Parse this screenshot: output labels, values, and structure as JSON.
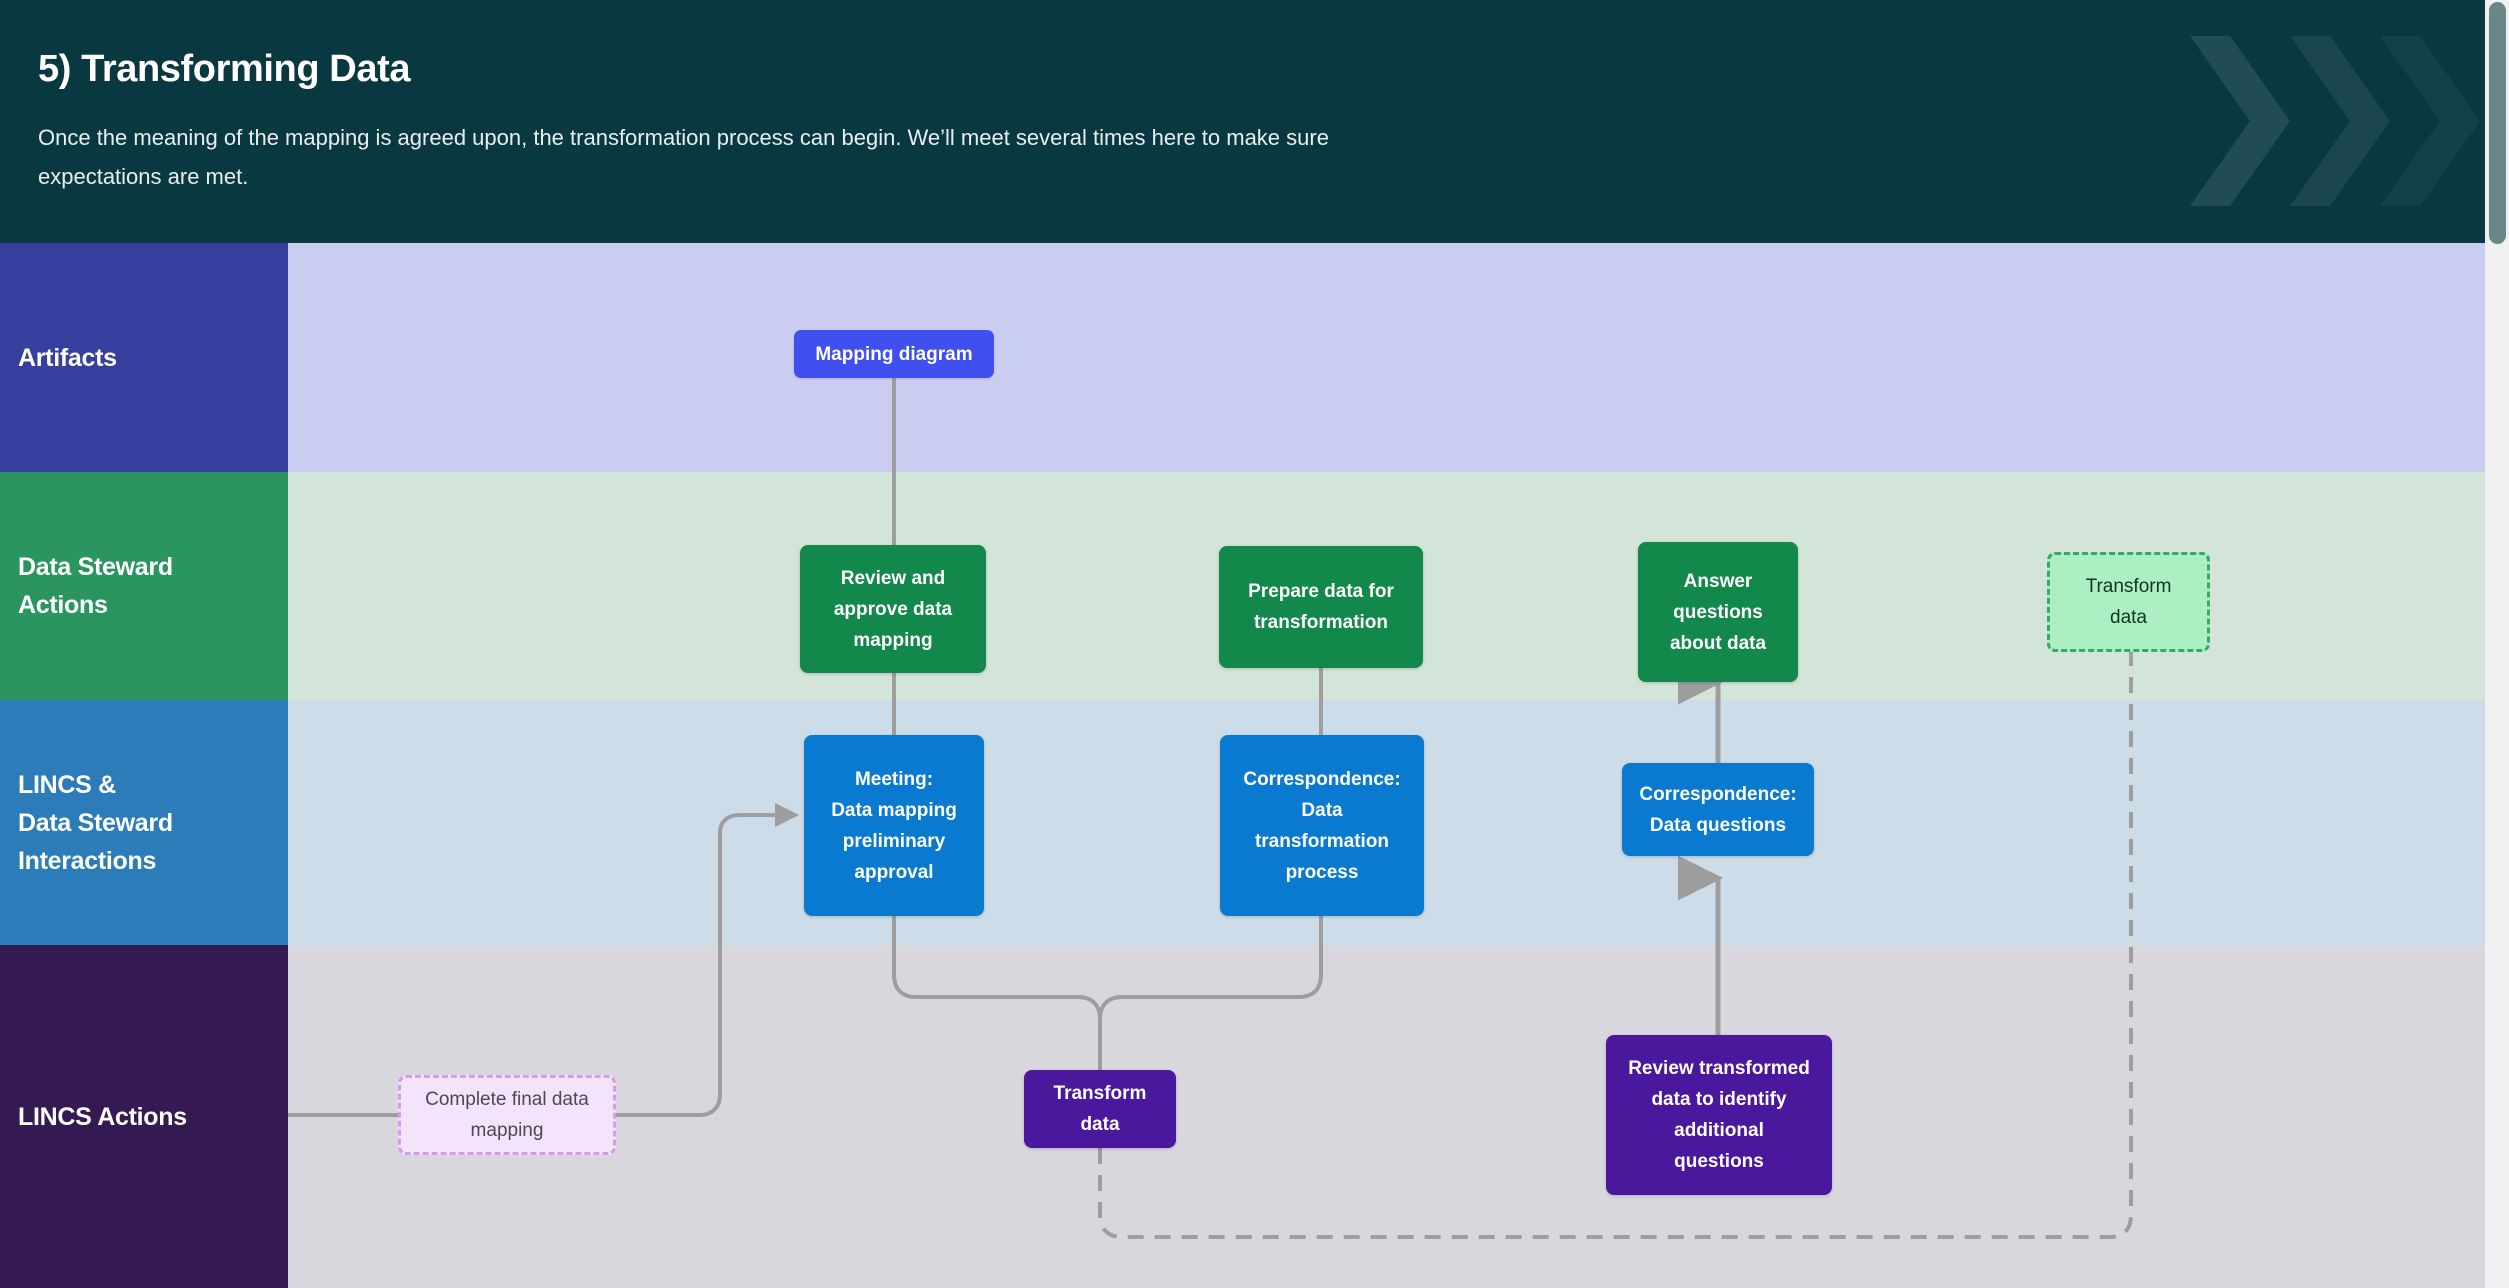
{
  "header": {
    "title": "5) Transforming Data",
    "subtitle": "Once the meaning of the mapping is agreed upon, the transformation process can begin. We’ll meet several times here to make sure expectations are met.",
    "background_color": "#0a3840",
    "chevron_icon_count": 3
  },
  "lanes": [
    {
      "id": "artifacts",
      "label": "Artifacts",
      "label_color": "#373f9e",
      "body_color": "#cbcdf0"
    },
    {
      "id": "data-steward-actions",
      "label": "Data Steward\nActions",
      "label_line_1": "Data Steward",
      "label_line_2": "Actions",
      "label_color": "#2b9560",
      "body_color": "#d3e4d8"
    },
    {
      "id": "lincs-data-steward-interactions",
      "label_line_1": "LINCS &",
      "label_line_2": "Data Steward",
      "label_line_3": "Interactions",
      "label_color": "#2b7cb8",
      "body_color": "#ccdce8"
    },
    {
      "id": "lincs-actions",
      "label": "LINCS Actions",
      "label_color": "#341953",
      "body_color": "#d9d7de"
    }
  ],
  "nodes": {
    "mapping_diagram": {
      "label": "Mapping diagram",
      "color": "#4050f0",
      "lane": "artifacts"
    },
    "review_approve": {
      "line_1": "Review and",
      "line_2": "approve data",
      "line_3": "mapping",
      "color": "#12884a",
      "lane": "data-steward-actions"
    },
    "prepare_data": {
      "line_1": "Prepare data for",
      "line_2": "transformation",
      "color": "#12884a",
      "lane": "data-steward-actions"
    },
    "answer_questions": {
      "line_1": "Answer",
      "line_2": "questions",
      "line_3": "about data",
      "color": "#12884a",
      "lane": "data-steward-actions"
    },
    "transform_data_steward": {
      "line_1": "Transform",
      "line_2": "data",
      "color": "#abf0c2",
      "border_color": "#3aa86b",
      "style": "dashed",
      "lane": "data-steward-actions"
    },
    "meeting_preliminary": {
      "line_1": "Meeting:",
      "line_2": "Data mapping",
      "line_3": "preliminary",
      "line_4": "approval",
      "color": "#0a7ad1",
      "lane": "lincs-data-steward-interactions"
    },
    "correspondence_transformation": {
      "line_1": "Correspondence:",
      "line_2": "Data",
      "line_3": "transformation",
      "line_4": "process",
      "color": "#0a7ad1",
      "lane": "lincs-data-steward-interactions"
    },
    "correspondence_questions": {
      "line_1": "Correspondence:",
      "line_2": "Data questions",
      "color": "#0a7ad1",
      "lane": "lincs-data-steward-interactions"
    },
    "complete_final_mapping": {
      "line_1": "Complete final data",
      "line_2": "mapping",
      "color": "#f3e3fb",
      "border_color": "#d89af0",
      "style": "dashed",
      "lane": "lincs-actions"
    },
    "transform_data_lincs": {
      "line_1": "Transform",
      "line_2": "data",
      "color": "#4a189c",
      "lane": "lincs-actions"
    },
    "review_transformed": {
      "line_1": "Review transformed",
      "line_2": "data to identify",
      "line_3": "additional",
      "line_4": "questions",
      "color": "#4a189c",
      "lane": "lincs-actions"
    }
  },
  "edges": {
    "stroke_color": "#9e9e9e",
    "dashed_color": "#9e9e9e"
  },
  "scrollbar": {
    "thumb_color": "#6a8787",
    "track_color": "#f0f0f0"
  }
}
